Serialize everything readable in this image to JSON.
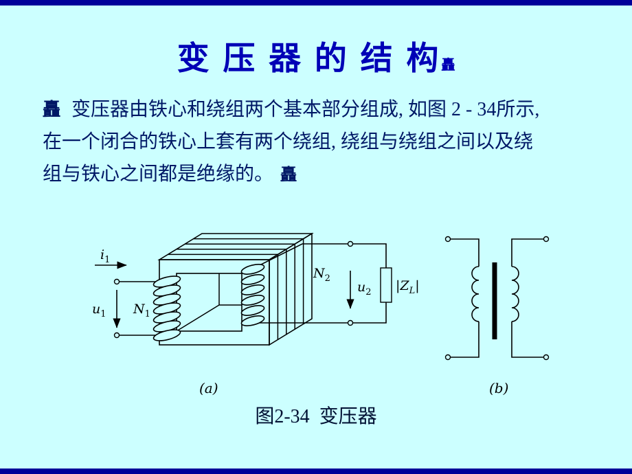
{
  "page": {
    "title": {
      "text": "变 压 器 的 结 构",
      "marker": "矗"
    },
    "body": {
      "bullet": "矗",
      "line1": "变压器由铁心和绕组两个基本部分组成, 如图 2 - 34所示,",
      "line2": "在一个闭合的铁心上套有两个绕组, 绕组与绕组之间以及绕",
      "line3": "组与铁心之间都是绝缘的。",
      "end_marker": "矗"
    },
    "figure": {
      "sub_a": "(a)",
      "sub_b": "(b)",
      "caption": "图2-34  变压器",
      "labels": {
        "i1_base": "i",
        "i1_sub": "1",
        "u1_base": "u",
        "u1_sub": "1",
        "n1_base": "N",
        "n1_sub": "1",
        "n2_base": "N",
        "n2_sub": "2",
        "u2_base": "u",
        "u2_sub": "2",
        "zl_open": "|Z",
        "zl_sub": "L",
        "zl_close": "|"
      }
    },
    "colors": {
      "background": "#ccffff",
      "bar": "#000099",
      "title": "#0000b6",
      "body_text": "#001866",
      "caption": "#001033",
      "line": "#000000"
    }
  }
}
